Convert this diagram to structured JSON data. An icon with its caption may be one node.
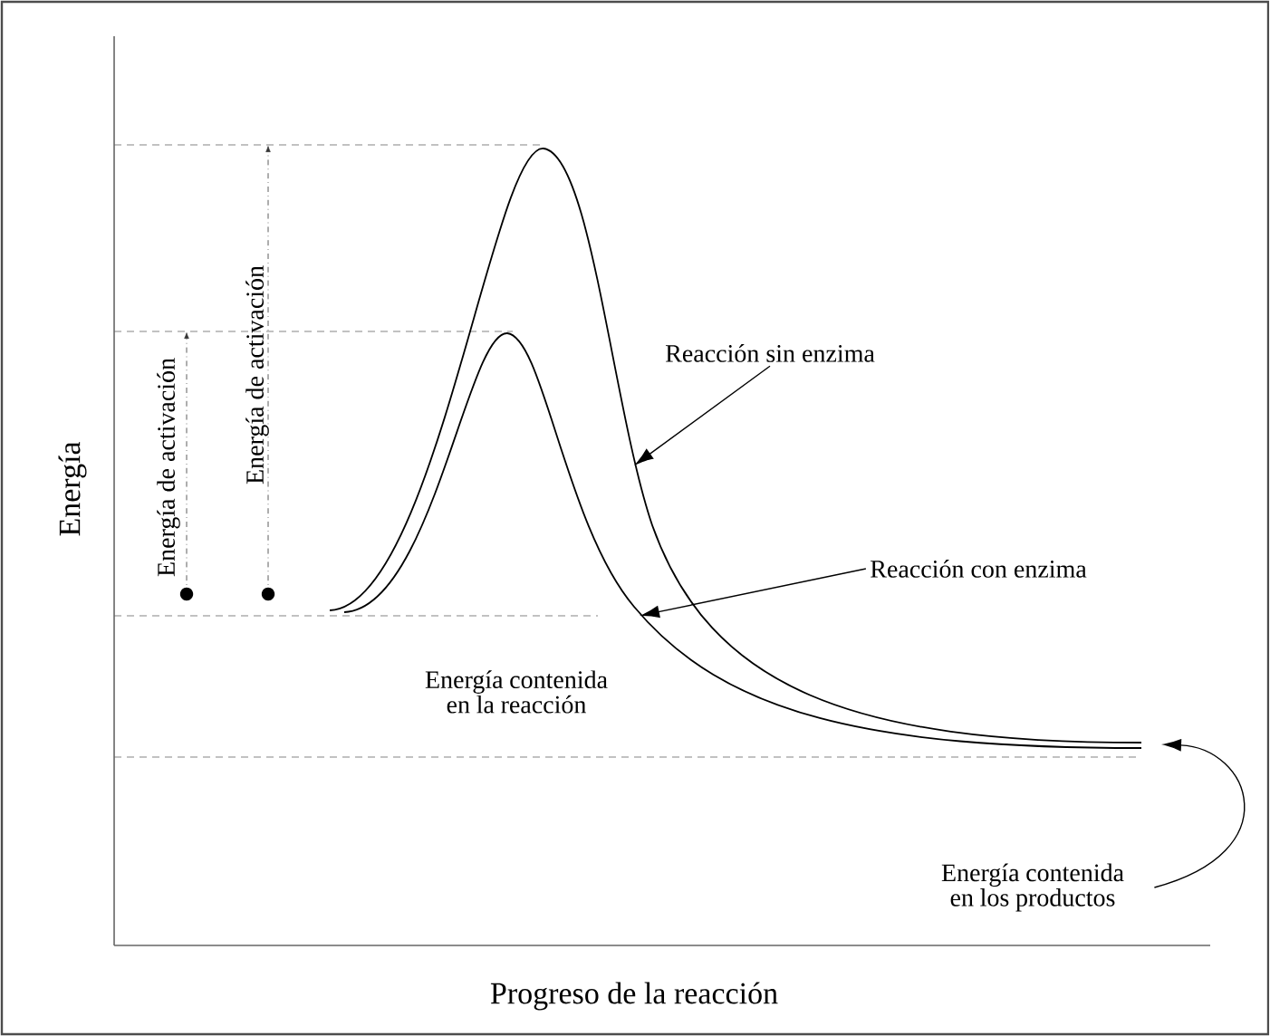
{
  "diagram": {
    "nodes": [
      {
        "text": [
          "Reacción sin enzima"
        ]
      },
      {
        "text": [
          "Reacción con enzima"
        ]
      },
      {
        "text": [
          "Energía contenida en los productos"
        ]
      }
    ],
    "edges": [
      {
        "from": 0,
        "to": null,
        "arrow": "to"
      },
      {
        "from": 1,
        "to": null,
        "arrow": "to"
      },
      {
        "from": 2,
        "to": null,
        "arrow": "to"
      }
    ],
    "labels": [
      "Energía",
      "Energía de activación",
      "Energía de activación",
      "Energía contenida en la reacción",
      "Progreso de la reacción"
    ]
  }
}
